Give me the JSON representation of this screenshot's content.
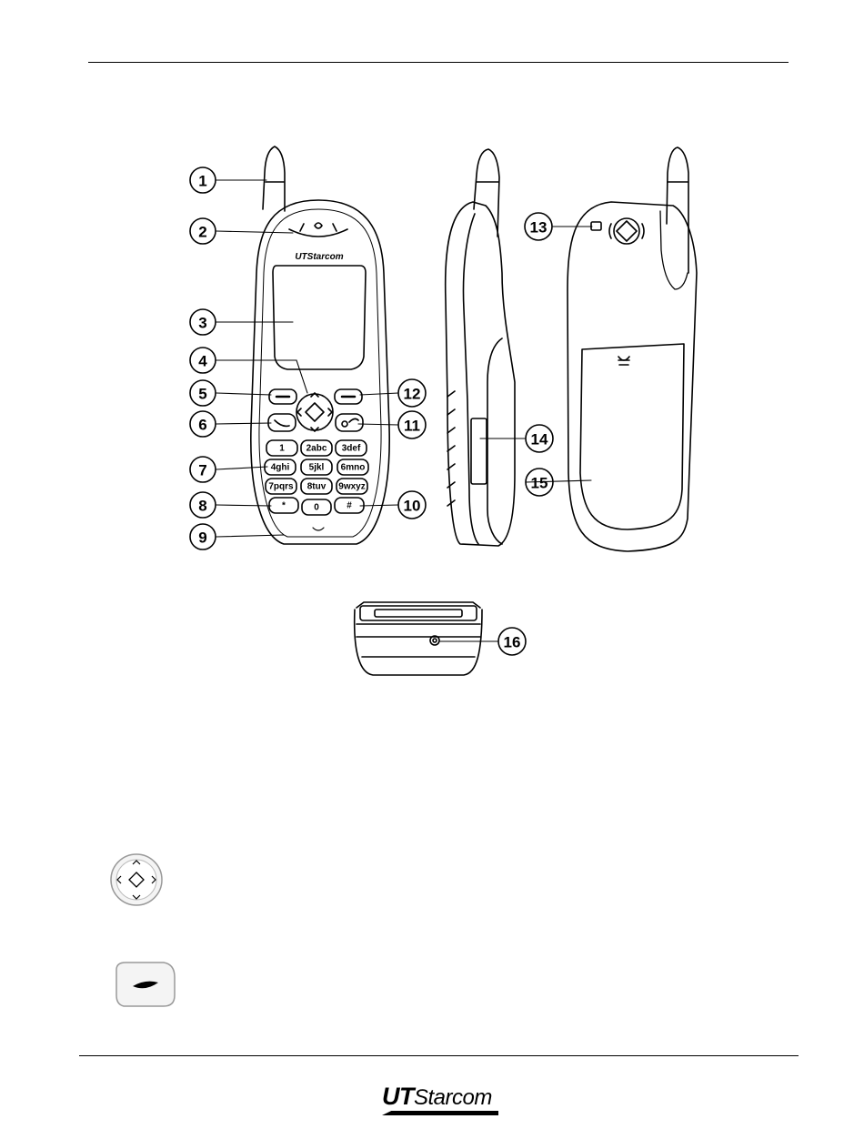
{
  "brand": {
    "logo_prefix": "UT",
    "logo_suffix": "Starcom"
  },
  "callouts": [
    "1",
    "2",
    "3",
    "4",
    "5",
    "6",
    "7",
    "8",
    "9",
    "10",
    "11",
    "12",
    "13",
    "14",
    "15",
    "16"
  ],
  "keypad": [
    "1",
    "2abc",
    "3def",
    "4ghi",
    "5jkl",
    "6mno",
    "7pqrs",
    "8tuv",
    "9wxyz",
    "*",
    "0",
    "#"
  ],
  "icons": {
    "nav_key": "navigation-key-icon",
    "soft_key": "soft-key-icon"
  }
}
